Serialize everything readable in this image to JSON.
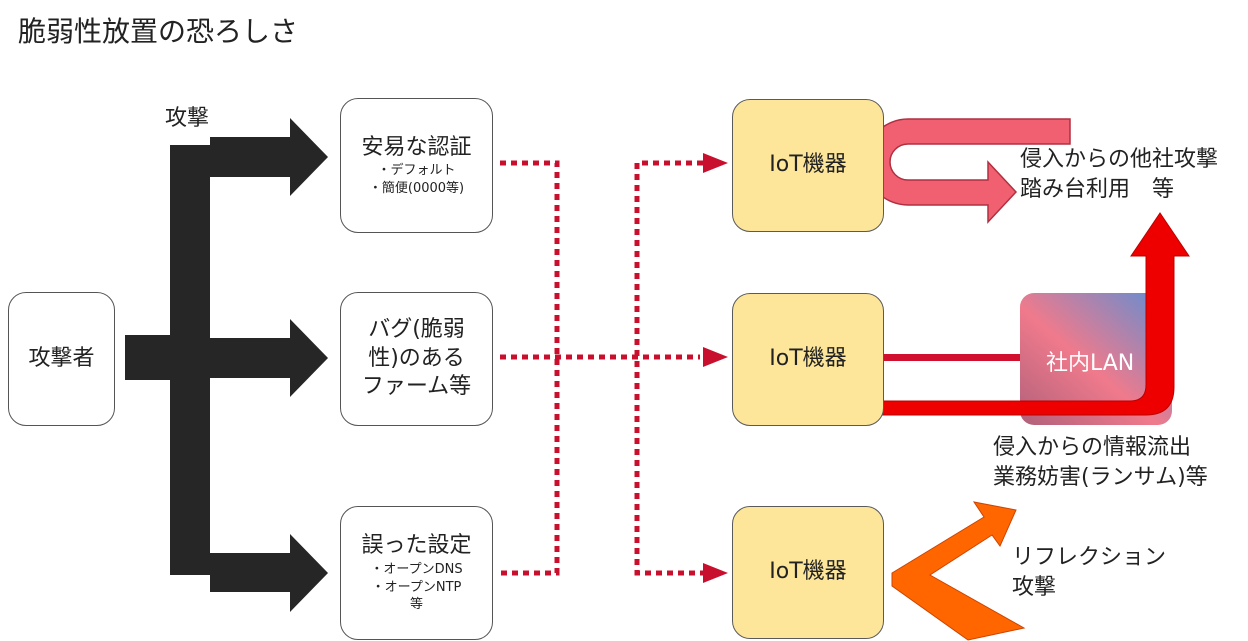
{
  "title": "脆弱性放置の恐ろしさ",
  "attacker": "攻撃者",
  "attack_label": "攻撃",
  "causes": [
    {
      "title": "安易な認証",
      "details": [
        "・デフォルト",
        "・簡便(0000等)"
      ]
    },
    {
      "title_lines": [
        "バグ(脆弱",
        "性)のある",
        "ファーム等"
      ]
    },
    {
      "title": "誤った設定",
      "details": [
        "・オープンDNS",
        "・オープンNTP",
        "等"
      ]
    }
  ],
  "iot_label": "IoT機器",
  "lan_label": "社内LAN",
  "outcomes": {
    "top": [
      "侵入からの他社攻撃",
      "踏み台利用　等"
    ],
    "middle": [
      "侵入からの情報流出",
      "業務妨害(ランサム)等"
    ],
    "bottom": [
      "リフレクション",
      "攻撃"
    ]
  },
  "colors": {
    "arrow_black": "#262626",
    "dotted_red": "#c8102e",
    "iot_fill": "#fde69a",
    "lan_gradient": [
      "#5b8fd6",
      "#f06070"
    ],
    "pink_arrow": "#f06070",
    "red_arrow": "#ee0000",
    "orange_arrow": "#ff6600"
  }
}
